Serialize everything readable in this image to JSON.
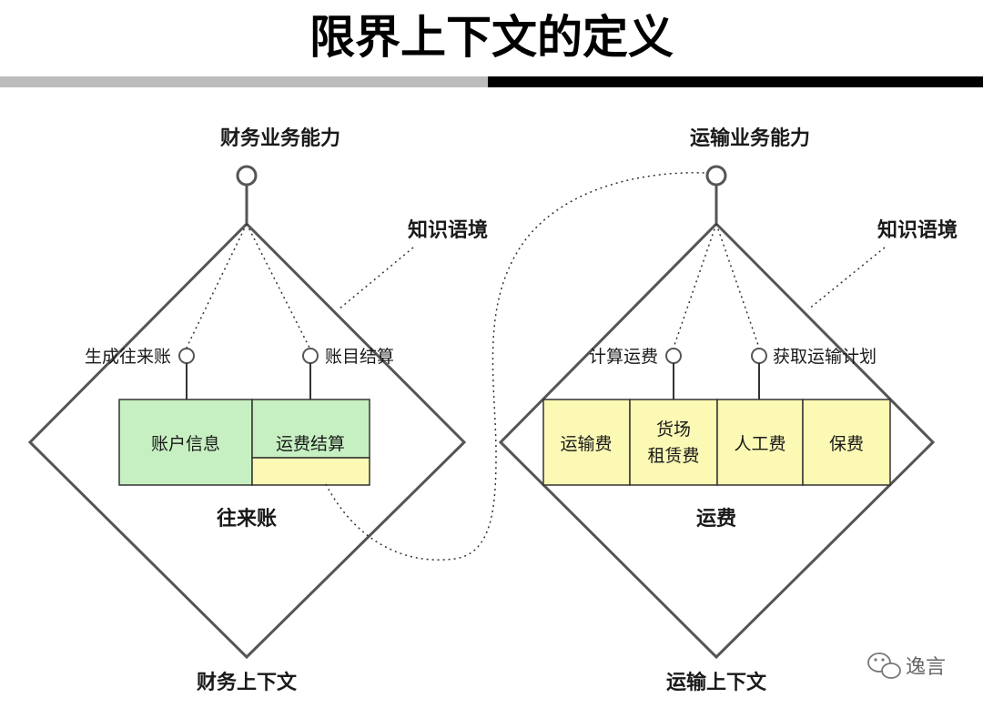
{
  "title": "限界上下文的定义",
  "left": {
    "capability": "财务业务能力",
    "knowledge": "知识语境",
    "op1": "生成往来账",
    "op2": "账目结算",
    "box1": "账户信息",
    "box2": "运费结算",
    "model": "往来账",
    "context": "财务上下文"
  },
  "right": {
    "capability": "运输业务能力",
    "knowledge": "知识语境",
    "op1": "计算运费",
    "op2": "获取运输计划",
    "box1": "运输费",
    "box2_line1": "货场",
    "box2_line2": "租赁费",
    "box3": "人工费",
    "box4": "保费",
    "model": "运费",
    "context": "运输上下文"
  },
  "watermark": "逸言",
  "colors": {
    "green": "#c6f0c2",
    "yellow": "#fbf9b4",
    "bar_light": "#bcbcbc",
    "bar_dark": "#000000",
    "stroke": "#555555"
  }
}
